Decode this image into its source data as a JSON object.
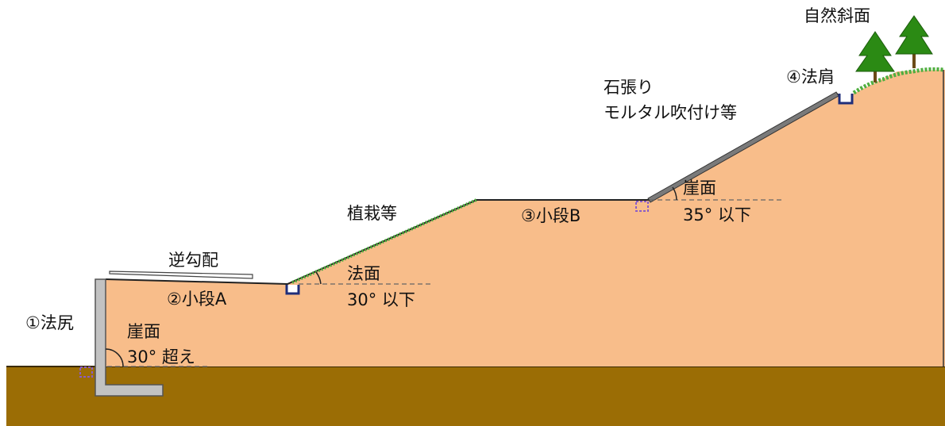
{
  "labels": {
    "toe": "①法尻",
    "berm_a": "②小段A",
    "berm_b": "③小段B",
    "shoulder": "④法肩",
    "natural_slope": "自然斜面",
    "reverse_gradient": "逆勾配",
    "planting": "植栽等",
    "stone_pitching_line1": "石張り",
    "stone_pitching_line2": "モルタル吹付け等",
    "cliff_face_1": "崖面",
    "cliff_angle_1": "30° 超え",
    "slope_face": "法面",
    "slope_angle": "30° 以下",
    "cliff_face_2": "崖面",
    "cliff_angle_2": "35° 以下"
  },
  "colors": {
    "fill": "#f8bd8a",
    "ground": "#9b6d05",
    "retaining_wall": "#c2c2c2",
    "vegetation": "#4fae3f",
    "mortar_facing": "#7a7a7a",
    "gutter": "#1f2e7a",
    "hidden_gutter": "#8a5cc7",
    "tree": "#2b8a14"
  }
}
